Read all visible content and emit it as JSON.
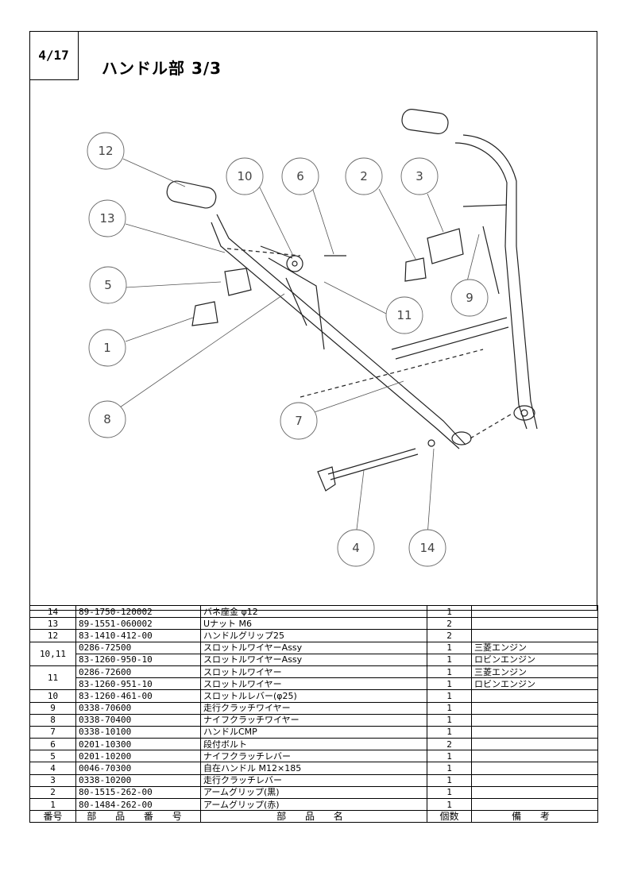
{
  "page": {
    "number": "4/17",
    "title": "ハンドル部 3/3"
  },
  "callouts": [
    "12",
    "10",
    "6",
    "2",
    "3",
    "13",
    "5",
    "1",
    "8",
    "7",
    "9",
    "11",
    "4",
    "14"
  ],
  "table": {
    "headers": {
      "no": "番号",
      "part_no": "部 品 番 号",
      "part_name": "部 品 名",
      "qty": "個数",
      "note": "備 考"
    },
    "rows": [
      {
        "no": "14",
        "part_no": "89-1750-120002",
        "name": "バネ座金 φ12",
        "qty": "1",
        "note": ""
      },
      {
        "no": "13",
        "part_no": "89-1551-060002",
        "name": "Uナット M6",
        "qty": "2",
        "note": ""
      },
      {
        "no": "12",
        "part_no": "83-1410-412-00",
        "name": "ハンドルグリップ25",
        "qty": "2",
        "note": ""
      },
      {
        "no": "10,11",
        "part_no": "0286-72500",
        "name": "スロットルワイヤーAssy",
        "qty": "1",
        "note": "三菱エンジン"
      },
      {
        "no": "",
        "part_no": "83-1260-950-10",
        "name": "スロットルワイヤーAssy",
        "qty": "1",
        "note": "ロビンエンジン"
      },
      {
        "no": "11",
        "part_no": "0286-72600",
        "name": "スロットルワイヤー",
        "qty": "1",
        "note": "三菱エンジン"
      },
      {
        "no": "",
        "part_no": "83-1260-951-10",
        "name": "スロットルワイヤー",
        "qty": "1",
        "note": "ロビンエンジン"
      },
      {
        "no": "10",
        "part_no": "83-1260-461-00",
        "name": "スロットルレバー(φ25)",
        "qty": "1",
        "note": ""
      },
      {
        "no": "9",
        "part_no": "0338-70600",
        "name": "走行クラッチワイヤー",
        "qty": "1",
        "note": ""
      },
      {
        "no": "8",
        "part_no": "0338-70400",
        "name": "ナイフクラッチワイヤー",
        "qty": "1",
        "note": ""
      },
      {
        "no": "7",
        "part_no": "0338-10100",
        "name": "ハンドルCMP",
        "qty": "1",
        "note": ""
      },
      {
        "no": "6",
        "part_no": "0201-10300",
        "name": "段付ボルト",
        "qty": "2",
        "note": ""
      },
      {
        "no": "5",
        "part_no": "0201-10200",
        "name": "ナイフクラッチレバー",
        "qty": "1",
        "note": ""
      },
      {
        "no": "4",
        "part_no": "0046-70300",
        "name": "自在ハンドル M12×185",
        "qty": "1",
        "note": ""
      },
      {
        "no": "3",
        "part_no": "0338-10200",
        "name": "走行クラッチレバー",
        "qty": "1",
        "note": ""
      },
      {
        "no": "2",
        "part_no": "80-1515-262-00",
        "name": "アームグリップ(黒)",
        "qty": "1",
        "note": ""
      },
      {
        "no": "1",
        "part_no": "80-1484-262-00",
        "name": "アームグリップ(赤)",
        "qty": "1",
        "note": ""
      }
    ]
  }
}
